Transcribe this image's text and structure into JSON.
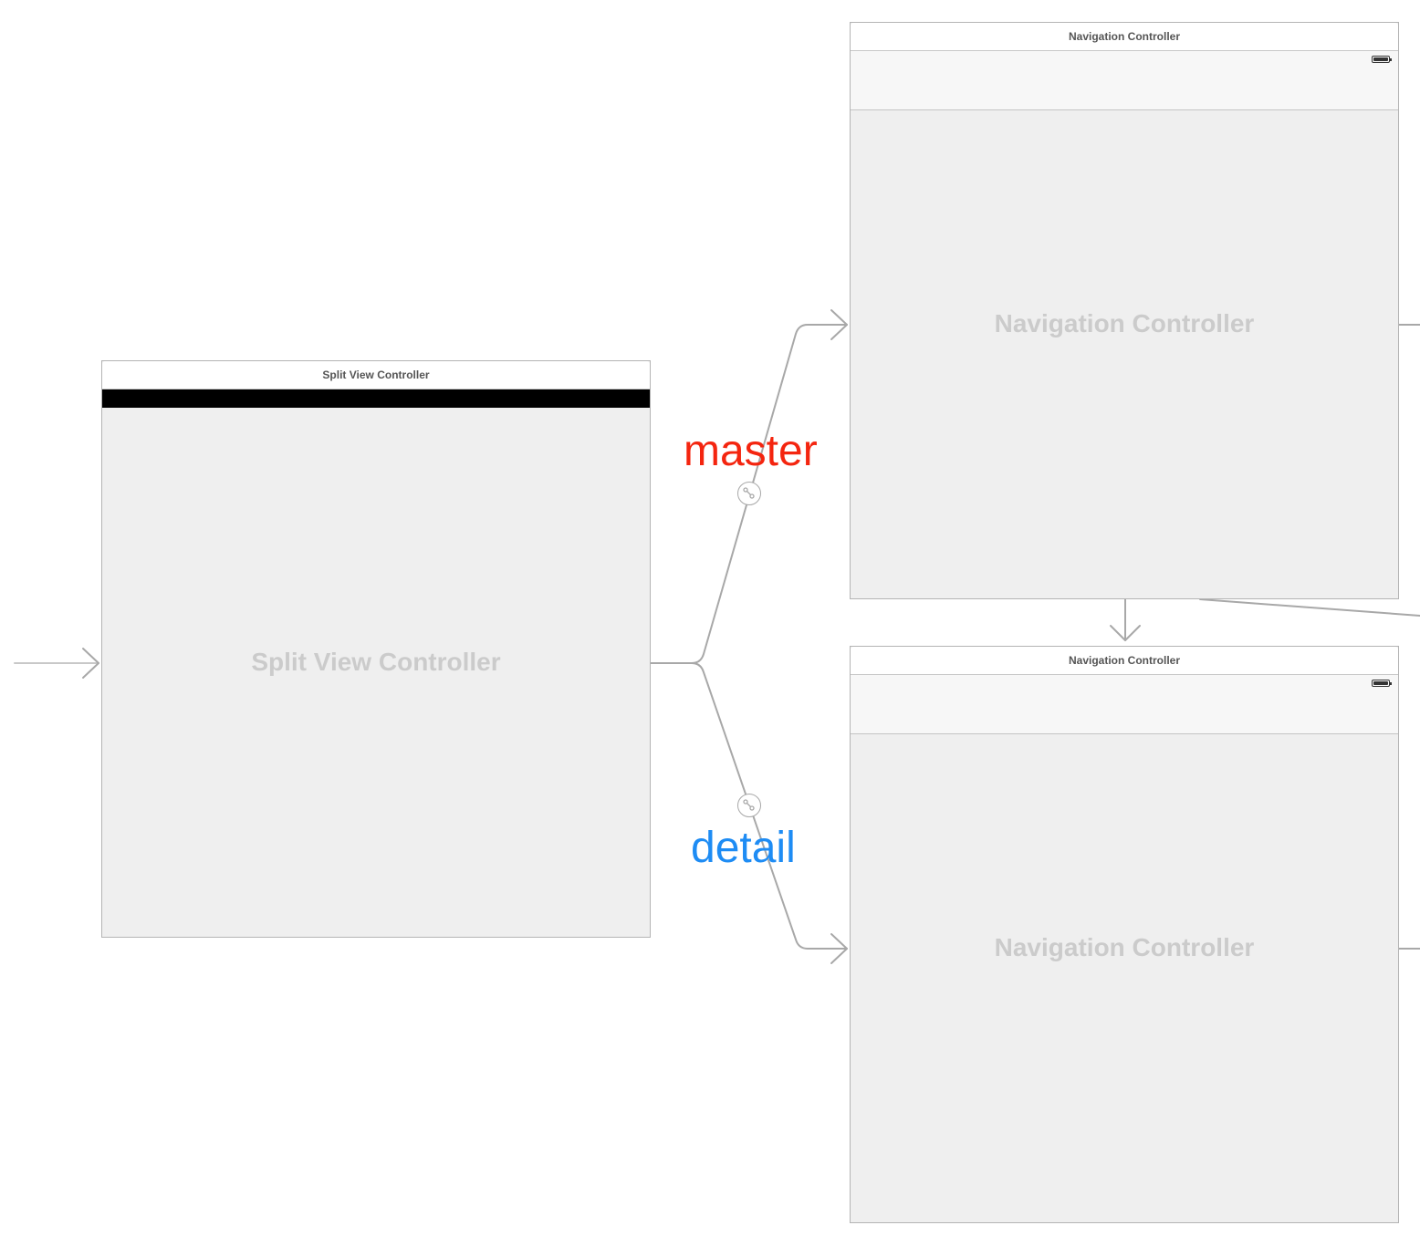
{
  "scenes": {
    "split_view": {
      "title": "Split View Controller",
      "placeholder": "Split View Controller"
    },
    "nav_master": {
      "title": "Navigation Controller",
      "placeholder": "Navigation Controller"
    },
    "nav_detail": {
      "title": "Navigation Controller",
      "placeholder": "Navigation Controller"
    }
  },
  "segues": {
    "master": {
      "label": "master",
      "color": "#f4250f"
    },
    "detail": {
      "label": "detail",
      "color": "#1e8cf4"
    }
  },
  "colors": {
    "connector": "#a8a8a8",
    "scene_background": "#efefef",
    "placeholder_text": "#cbcbcb"
  },
  "icons": {
    "segue": "relationship-segue-icon",
    "battery": "battery-icon",
    "entry_point": "entry-point-arrow-icon"
  }
}
